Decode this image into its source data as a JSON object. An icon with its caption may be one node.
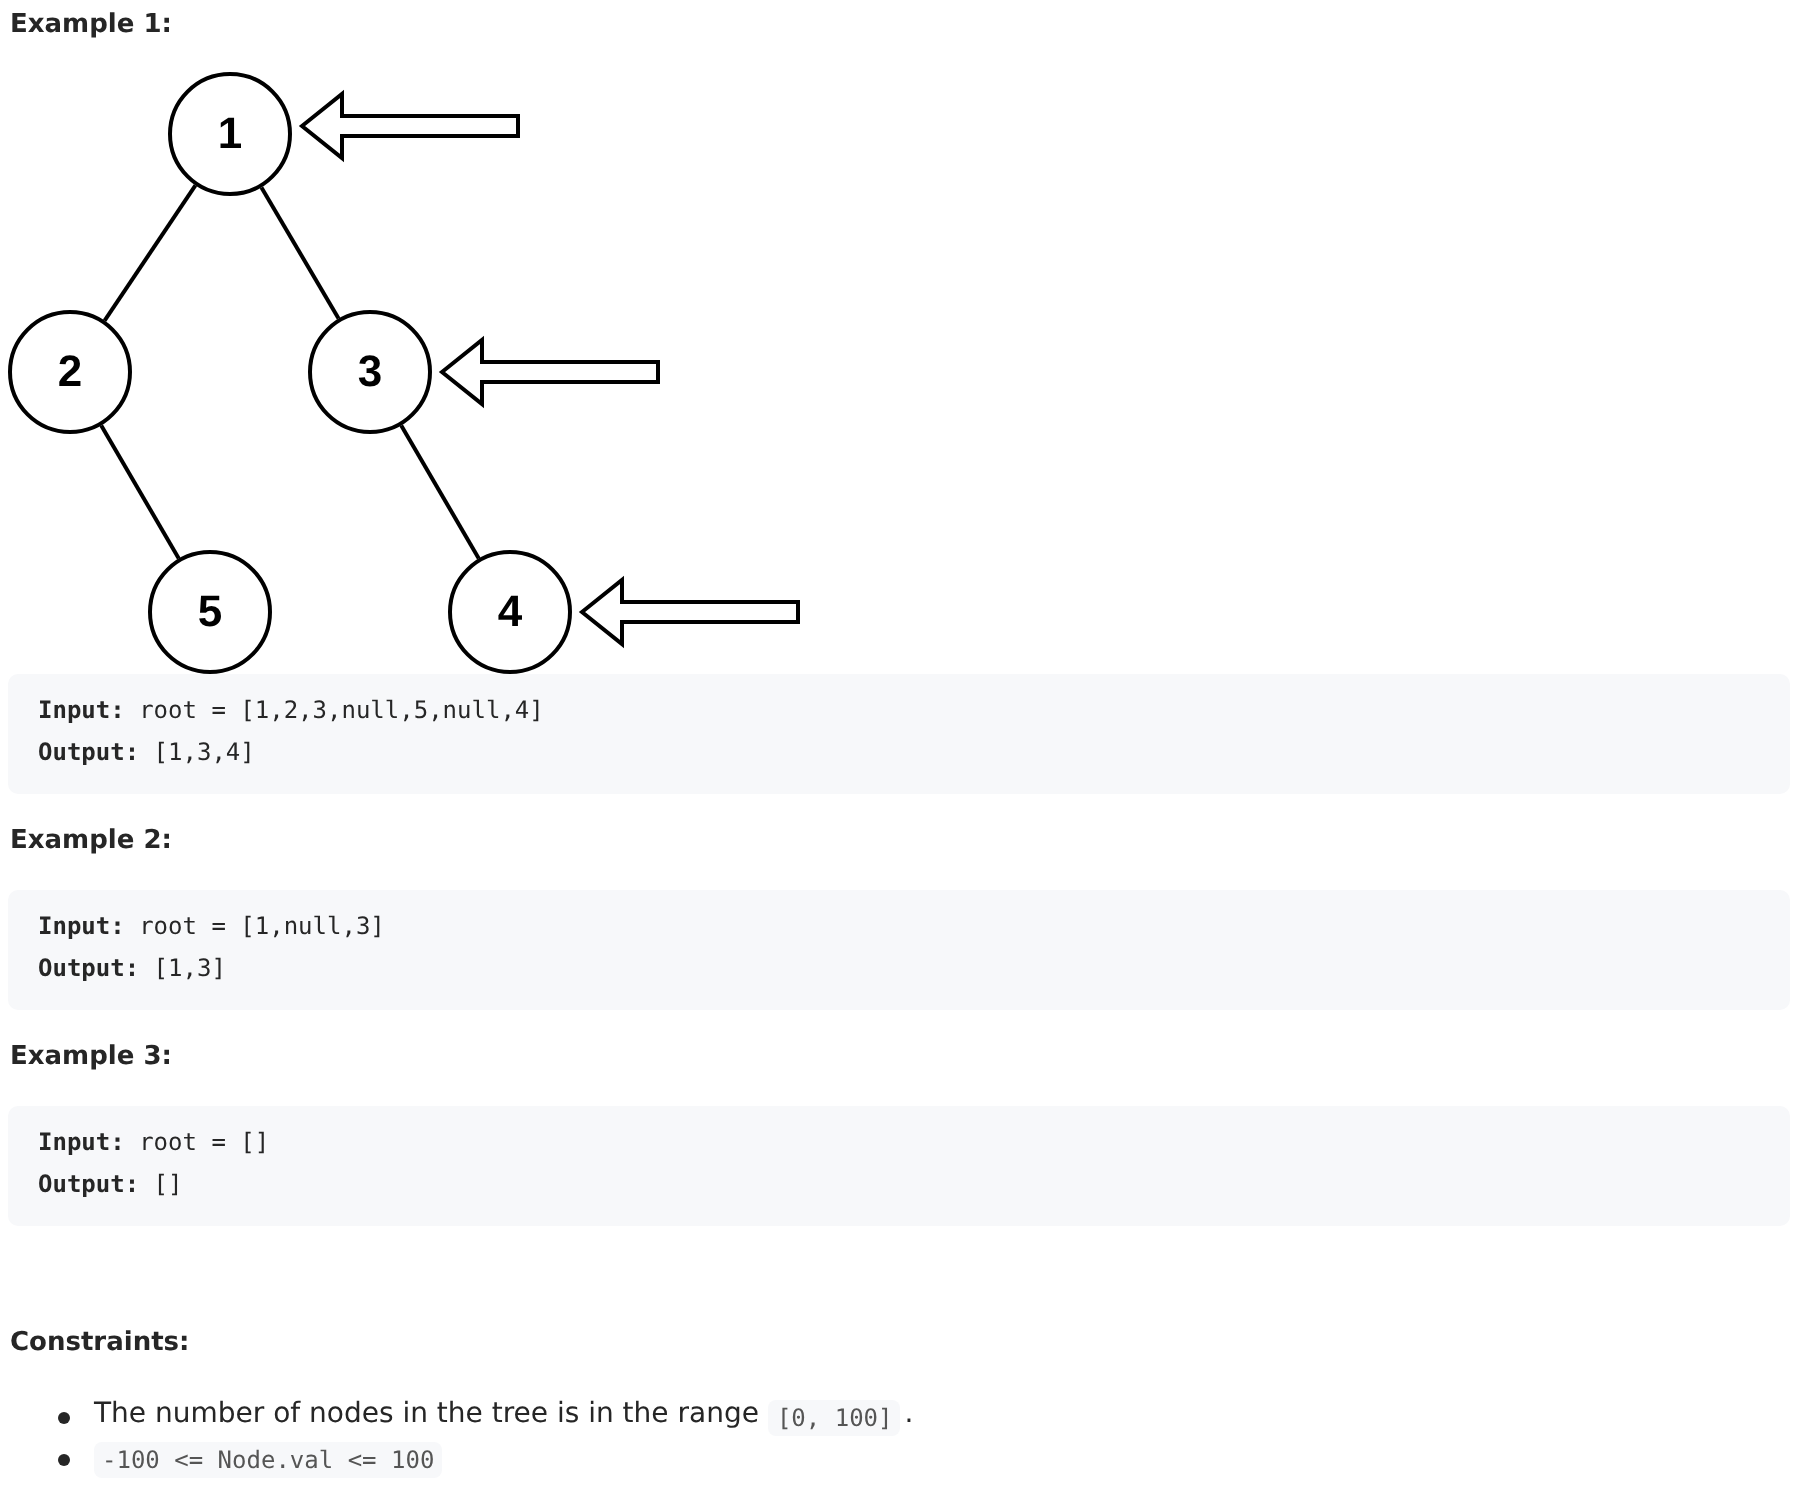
{
  "diagram": {
    "nodes": [
      {
        "text": [
          "1"
        ]
      },
      {
        "text": [
          "2"
        ]
      },
      {
        "text": [
          "3"
        ]
      },
      {
        "text": [
          "5"
        ]
      },
      {
        "text": [
          "4"
        ]
      }
    ],
    "edges": [
      {
        "from": 0,
        "to": 1,
        "arrow": "none"
      },
      {
        "from": 0,
        "to": 2,
        "arrow": "none"
      },
      {
        "from": 1,
        "to": 3,
        "arrow": "none"
      },
      {
        "from": 2,
        "to": 4,
        "arrow": "none"
      },
      {
        "from": null,
        "to": 0,
        "arrow": "to"
      },
      {
        "from": null,
        "to": 2,
        "arrow": "to"
      },
      {
        "from": null,
        "to": 4,
        "arrow": "to"
      }
    ],
    "labels": [
      "Example 1:",
      "**Input:** root = [1,2,3,null,5,null,4]",
      "**Output:** [1,3,4]",
      "Example 2:",
      "**Input:** root = [1,null,3]",
      "**Output:** [1,3]",
      "Example 3:",
      "**Input:** root = []",
      "**Output:** []",
      "Constraints:",
      "The number of nodes in the tree is in the range",
      "[0, 100]",
      ".",
      "-100 <= Node.val <= 100"
    ]
  }
}
